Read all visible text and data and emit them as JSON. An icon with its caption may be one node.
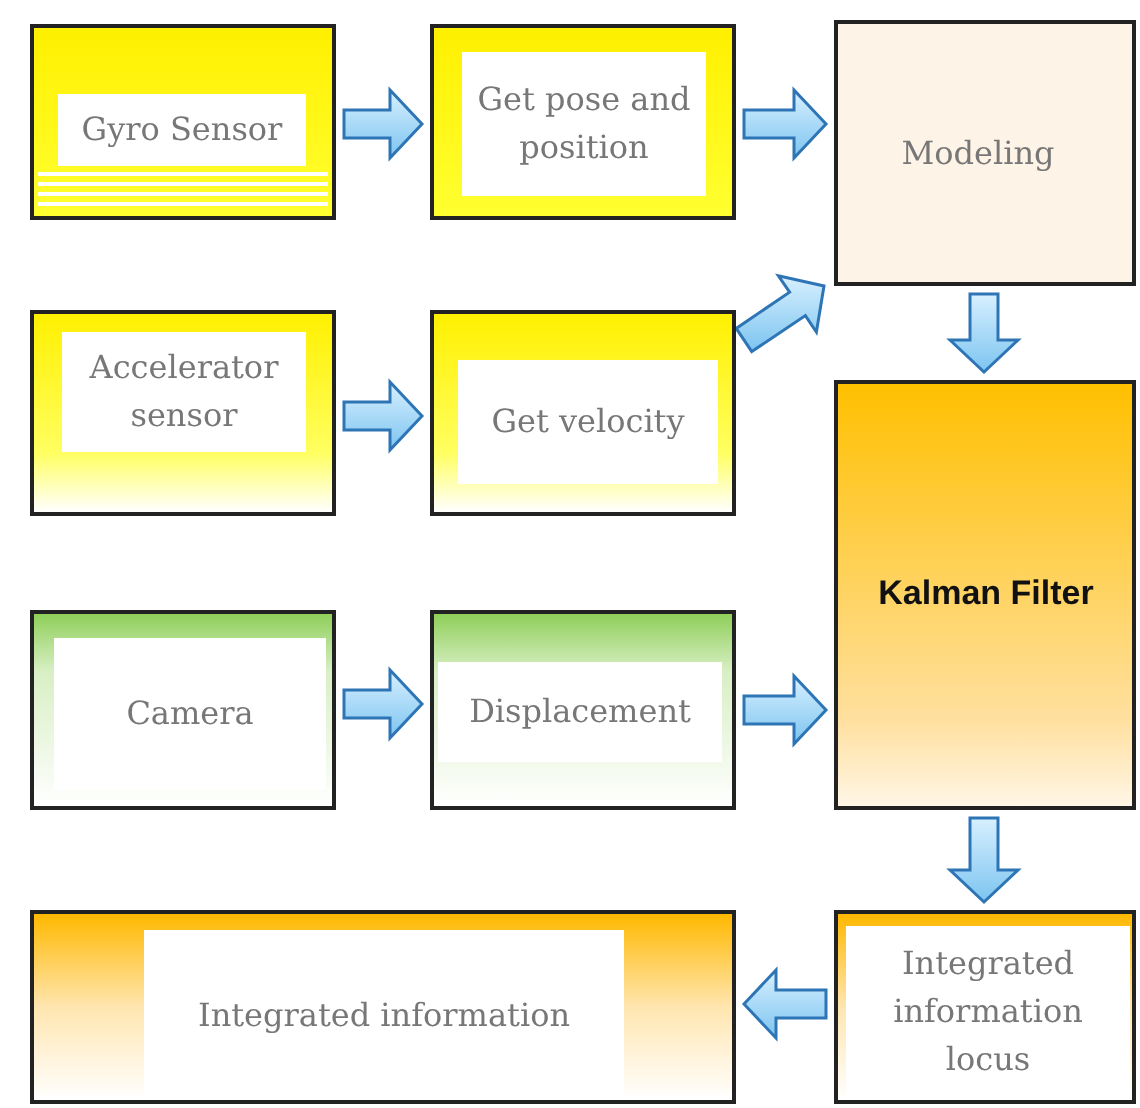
{
  "diagram": {
    "nodes": [
      {
        "text": [
          "Gyro Sensor"
        ]
      },
      {
        "text": [
          "Get pose and position"
        ]
      },
      {
        "text": [
          "Modeling"
        ]
      },
      {
        "text": [
          "Accelerator sensor"
        ]
      },
      {
        "text": [
          "Get velocity"
        ]
      },
      {
        "text": [
          "Kalman Filter"
        ]
      },
      {
        "text": [
          "Camera"
        ]
      },
      {
        "text": [
          "Displacement"
        ]
      },
      {
        "text": [
          "Integrated information locus"
        ]
      },
      {
        "text": [
          "Integrated information"
        ]
      }
    ],
    "edges": [
      {
        "from": 0,
        "to": 1,
        "arrow": "to"
      },
      {
        "from": 1,
        "to": 2,
        "arrow": "to"
      },
      {
        "from": 3,
        "to": 4,
        "arrow": "to"
      },
      {
        "from": 4,
        "to": 2,
        "arrow": "to"
      },
      {
        "from": 2,
        "to": 5,
        "arrow": "to"
      },
      {
        "from": 6,
        "to": 7,
        "arrow": "to"
      },
      {
        "from": 7,
        "to": 5,
        "arrow": "to"
      },
      {
        "from": 5,
        "to": 8,
        "arrow": "to"
      },
      {
        "from": 8,
        "to": 9,
        "arrow": "to"
      }
    ]
  }
}
